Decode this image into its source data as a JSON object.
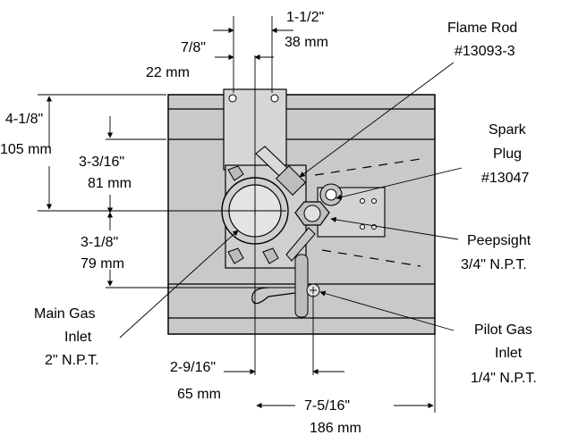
{
  "labels": {
    "top_dim_outer": "1-1/2\"",
    "top_dim_outer_mm": "38 mm",
    "top_dim_inner": "7/8\"",
    "top_dim_inner_mm": "22 mm",
    "left_dim_total": "4-1/8\"",
    "left_dim_total_mm": "105 mm",
    "left_dim_upper": "3-3/16\"",
    "left_dim_upper_mm": "81 mm",
    "left_dim_lower": "3-1/8\"",
    "left_dim_lower_mm": "79 mm",
    "bottom_dim_inner": "2-9/16\"",
    "bottom_dim_inner_mm": "65 mm",
    "bottom_dim_outer": "7-5/16\"",
    "bottom_dim_outer_mm": "186 mm"
  },
  "callouts": {
    "flame_rod": [
      "Flame Rod",
      "#13093-3"
    ],
    "spark_plug": [
      "Spark",
      "Plug",
      "#13047"
    ],
    "peepsight": [
      "Peepsight",
      "3/4\" N.P.T."
    ],
    "main_gas": [
      "Main Gas",
      "Inlet",
      "2\" N.P.T."
    ],
    "pilot_gas": [
      "Pilot Gas",
      "Inlet",
      "1/4\" N.P.T."
    ]
  }
}
